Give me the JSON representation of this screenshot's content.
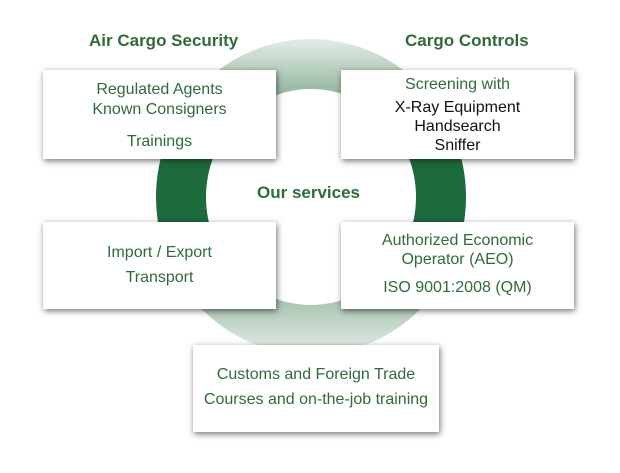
{
  "headings": {
    "air_cargo_security": "Air Cargo Security",
    "cargo_controls": "Cargo Controls",
    "center": "Our services"
  },
  "boxes": {
    "top_left": {
      "line1": "Regulated Agents",
      "line2": "Known Consigners",
      "line3": "Trainings"
    },
    "top_right": {
      "line1": "Screening with",
      "line2": "X-Ray Equipment",
      "line3": "Handsearch",
      "line4": "Sniffer"
    },
    "mid_left": {
      "line1": "Import / Export",
      "line2": "Transport"
    },
    "mid_right": {
      "line1": "Authorized Economic",
      "line2": "Operator  (AEO)",
      "line3": "ISO 9001:2008 (QM)"
    },
    "bottom": {
      "line1": "Customs and Foreign Trade",
      "line2": "Courses and on-the-job training"
    }
  },
  "colors": {
    "text_green": "#2f6b3a",
    "ring_dark": "#1c6b3c",
    "ring_light": "#d8e6dc"
  }
}
